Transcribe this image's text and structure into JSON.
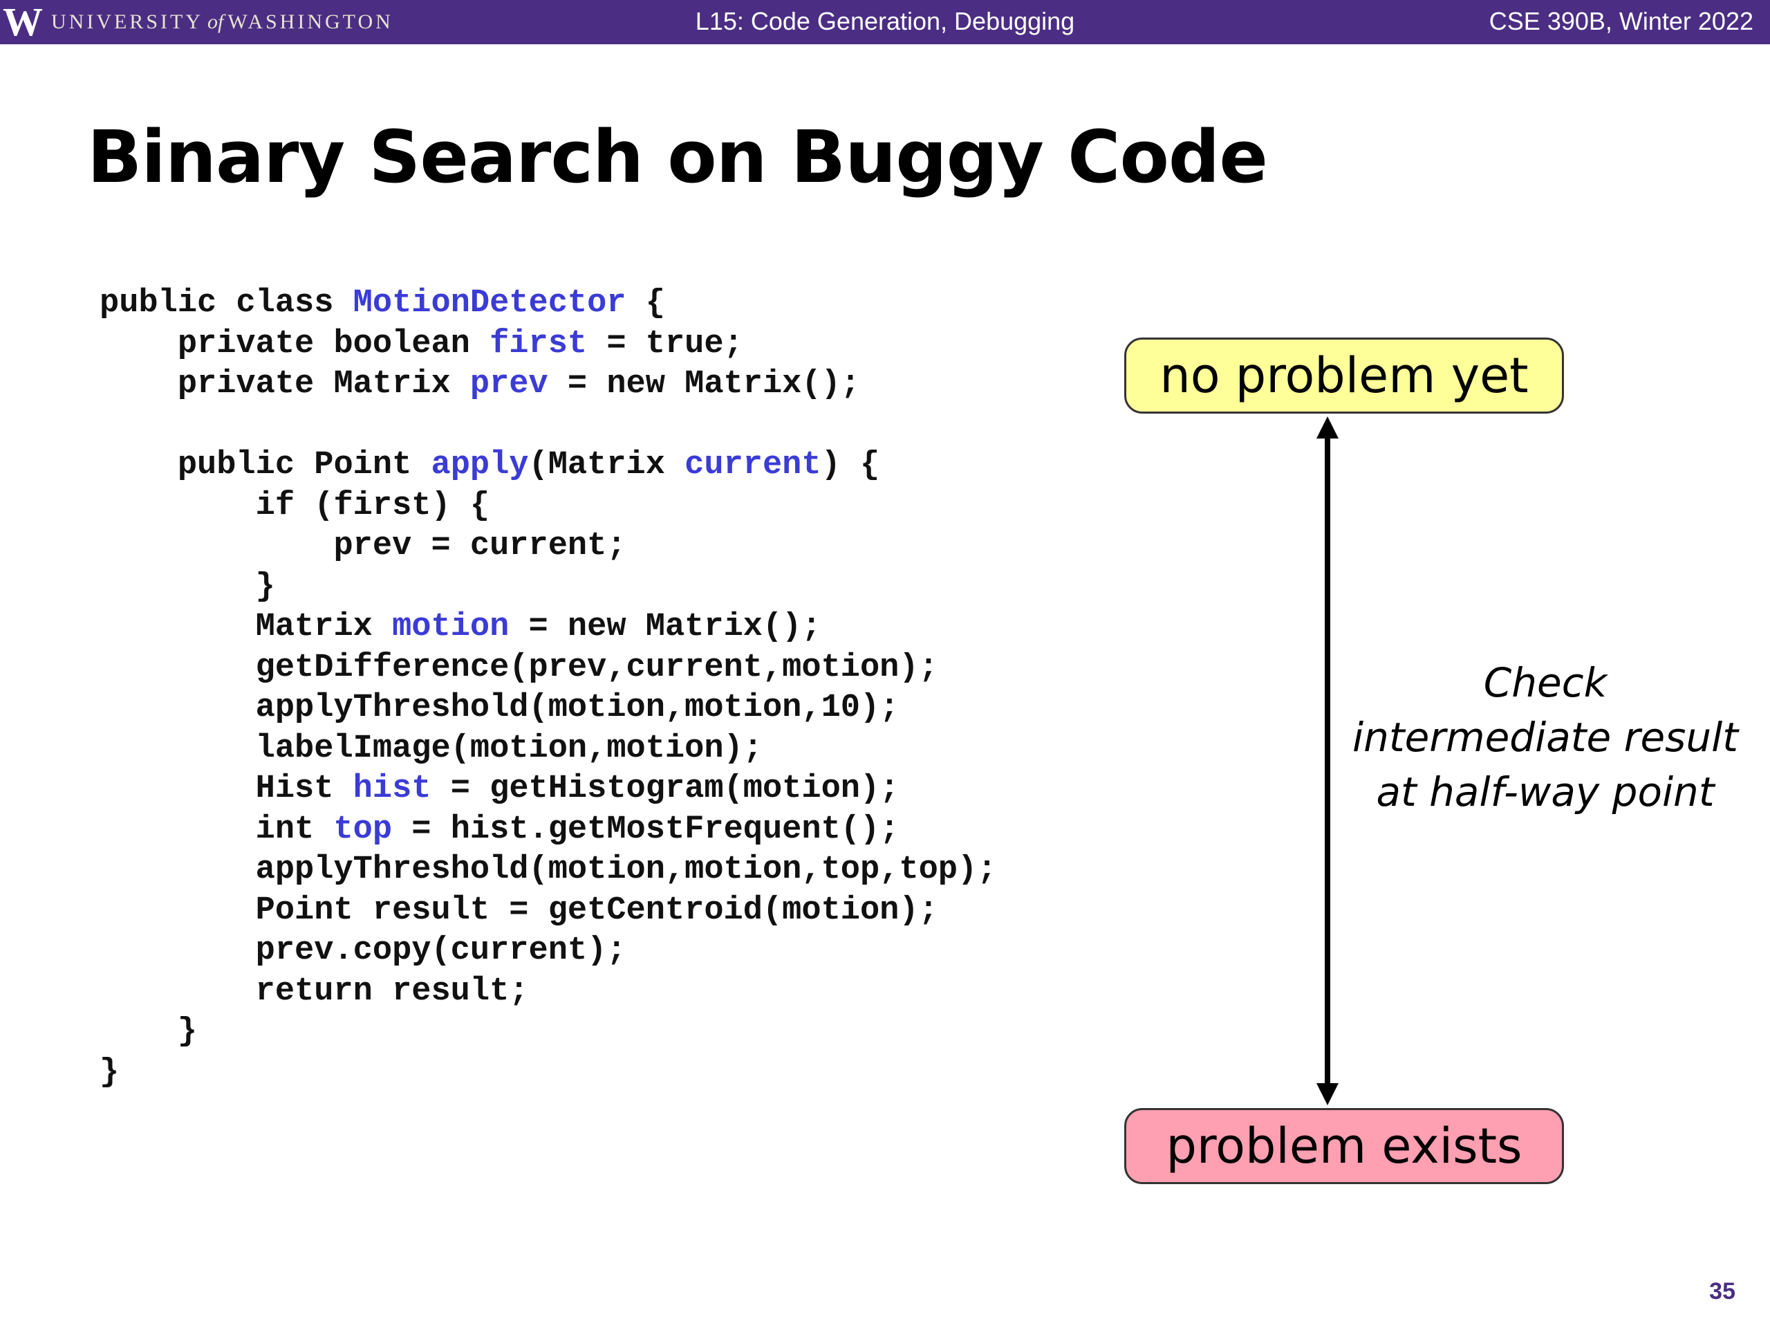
{
  "header": {
    "logo_letter": "W",
    "university_part1": "UNIVERSITY",
    "university_of": "of",
    "university_part2": "WASHINGTON",
    "lecture": "L15: Code Generation, Debugging",
    "course": "CSE 390B, Winter 2022"
  },
  "slide": {
    "title": "Binary Search on Buggy Code",
    "page_number": "35"
  },
  "code": {
    "lines": [
      [
        {
          "t": "public class "
        },
        {
          "t": "MotionDetector",
          "hl": true
        },
        {
          "t": " {"
        }
      ],
      [
        {
          "t": "    private boolean "
        },
        {
          "t": "first",
          "hl": true
        },
        {
          "t": " = true;"
        }
      ],
      [
        {
          "t": "    private Matrix "
        },
        {
          "t": "prev",
          "hl": true
        },
        {
          "t": " = new Matrix();"
        }
      ],
      [],
      [
        {
          "t": "    public Point "
        },
        {
          "t": "apply",
          "hl": true
        },
        {
          "t": "(Matrix "
        },
        {
          "t": "current",
          "hl": true
        },
        {
          "t": ") {"
        }
      ],
      [
        {
          "t": "        if (first) {"
        }
      ],
      [
        {
          "t": "            prev = current;"
        }
      ],
      [
        {
          "t": "        }"
        }
      ],
      [
        {
          "t": "        Matrix "
        },
        {
          "t": "motion",
          "hl": true
        },
        {
          "t": " = new Matrix();"
        }
      ],
      [
        {
          "t": "        getDifference(prev,current,motion);"
        }
      ],
      [
        {
          "t": "        applyThreshold(motion,motion,10);"
        }
      ],
      [
        {
          "t": "        labelImage(motion,motion);"
        }
      ],
      [
        {
          "t": "        Hist "
        },
        {
          "t": "hist",
          "hl": true
        },
        {
          "t": " = getHistogram(motion);"
        }
      ],
      [
        {
          "t": "        int "
        },
        {
          "t": "top",
          "hl": true
        },
        {
          "t": " = hist.getMostFrequent();"
        }
      ],
      [
        {
          "t": "        applyThreshold(motion,motion,top,top);"
        }
      ],
      [
        {
          "t": "        Point result = getCentroid(motion);"
        }
      ],
      [
        {
          "t": "        prev.copy(current);"
        }
      ],
      [
        {
          "t": "        return result;"
        }
      ],
      [
        {
          "t": "    }"
        }
      ],
      [
        {
          "t": "}"
        }
      ]
    ]
  },
  "diagram": {
    "top_box": "no problem yet",
    "bottom_box": "problem exists",
    "note_line1": "Check",
    "note_line2": "intermediate result",
    "note_line3": "at half-way point"
  },
  "colors": {
    "header_bg": "#4b2e83",
    "code_highlight": "#3b3bd6",
    "top_box_fill": "#ffff99",
    "bottom_box_fill": "#ff9fb2"
  }
}
